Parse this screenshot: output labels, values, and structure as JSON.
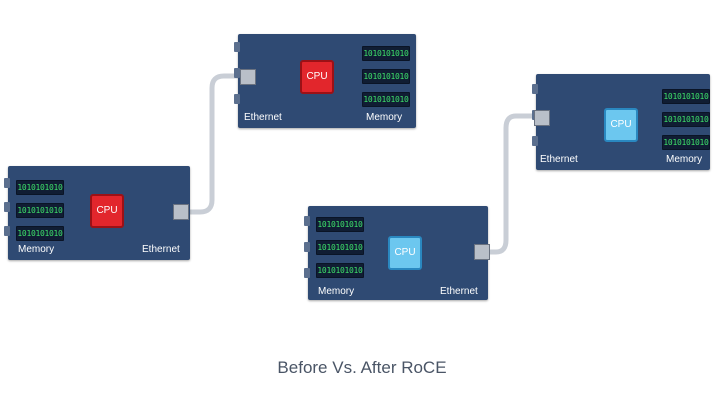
{
  "caption": "Before Vs. After RoCE",
  "memory_pattern": "1010101010",
  "colors": {
    "server": "#2f4a73",
    "cpu_before": "#e2262c",
    "cpu_after": "#6cc7ef",
    "memory_text": "#3ee36b",
    "cable": "#c9ced6"
  },
  "before": {
    "server_a": {
      "cpu_label": "CPU",
      "memory_label": "Memory",
      "ethernet_label": "Ethernet"
    },
    "server_b": {
      "cpu_label": "CPU",
      "memory_label": "Memory",
      "ethernet_label": "Ethernet"
    }
  },
  "after": {
    "server_a": {
      "cpu_label": "CPU",
      "memory_label": "Memory",
      "ethernet_label": "Ethernet"
    },
    "server_b": {
      "cpu_label": "CPU",
      "memory_label": "Memory",
      "ethernet_label": "Ethernet"
    }
  }
}
